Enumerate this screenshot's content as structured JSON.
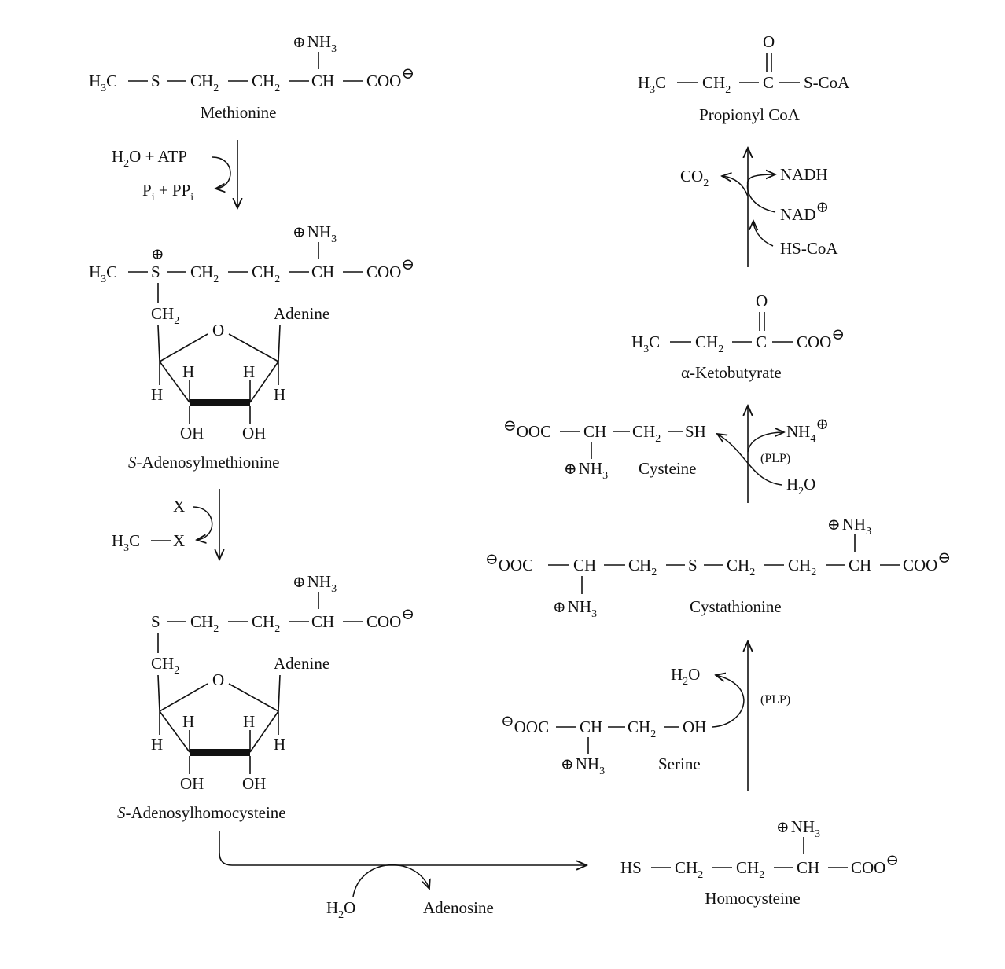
{
  "compounds": {
    "methionine": {
      "name": "Methionine",
      "nh3": "NH",
      "chain": [
        {
          "t": "H",
          "s": "3"
        },
        {
          "t": "C"
        },
        {
          "t": "S"
        },
        {
          "t": "CH",
          "s": "2"
        },
        {
          "t": "CH",
          "s": "2"
        },
        {
          "t": "CH"
        },
        {
          "t": "COO"
        }
      ]
    },
    "sam": {
      "name_italic": "S",
      "name": "-Adenosylmethionine",
      "methyl": "H",
      "sulfur": "S",
      "ch2a": "CH",
      "ch2b": "CH",
      "ch": "CH",
      "coo": "COO",
      "nh3": "NH",
      "side_ch2": "CH",
      "base": "Adenine",
      "ring_o": "O",
      "h_labels": [
        "H",
        "H",
        "H",
        "H"
      ],
      "oh_labels": [
        "OH",
        "OH"
      ]
    },
    "sah": {
      "name_italic": "S",
      "name": "-Adenosylhomocysteine",
      "sulfur": "S",
      "ch2a": "CH",
      "ch2b": "CH",
      "ch": "CH",
      "coo": "COO",
      "nh3": "NH",
      "side_ch2": "CH",
      "base": "Adenine",
      "ring_o": "O",
      "h_labels": [
        "H",
        "H",
        "H",
        "H"
      ],
      "oh_labels": [
        "OH",
        "OH"
      ]
    },
    "homocysteine": {
      "name": "Homocysteine",
      "hs": "HS",
      "ch2a": "CH",
      "ch2b": "CH",
      "ch": "CH",
      "coo": "COO",
      "nh3": "NH"
    },
    "serine": {
      "name": "Serine",
      "ooc": "OOC",
      "ch": "CH",
      "ch2": "CH",
      "oh": "OH",
      "nh3": "NH"
    },
    "cystathionine": {
      "name": "Cystathionine",
      "ooc": "OOC",
      "ch1": "CH",
      "ch2a": "CH",
      "s": "S",
      "ch2b": "CH",
      "ch2c": "CH",
      "ch3": "CH",
      "coo": "COO",
      "nh3": "NH"
    },
    "cysteine": {
      "name": "Cysteine",
      "ooc": "OOC",
      "ch": "CH",
      "ch2": "CH",
      "sh": "SH",
      "nh3": "NH"
    },
    "ketobutyrate": {
      "name_prefix": "α",
      "name": "-Ketobutyrate",
      "h3c": "H",
      "ch2": "CH",
      "c": "C",
      "coo": "COO",
      "o": "O"
    },
    "propionyl_coa": {
      "name": "Propionyl CoA",
      "h3c": "H",
      "ch2": "CH",
      "c": "C",
      "scoa": "S-CoA",
      "o": "O"
    }
  },
  "reactions": {
    "r1": {
      "in_a": "H",
      "in_b": "O + ATP",
      "out_a": "P",
      "out_b": " + PP",
      "sub_i": "i"
    },
    "r2": {
      "in": "X",
      "out_a": "H",
      "out_b": "C",
      "out_c": "X"
    },
    "r3": {
      "water_a": "H",
      "water_b": "O",
      "product": "Adenosine"
    },
    "r4": {
      "water_a": "H",
      "water_b": "O",
      "cofactor": "(PLP)"
    },
    "r5": {
      "nh4": "NH",
      "cofactor": "(PLP)",
      "water_a": "H",
      "water_b": "O"
    },
    "r6": {
      "co2": "CO",
      "nadh": "NADH",
      "nad": "NAD",
      "hscoa": "HS-CoA"
    }
  },
  "subscripts": {
    "two": "2",
    "three": "3",
    "four": "4"
  },
  "charges": {
    "plus": "⊕",
    "minus": "⊖"
  }
}
